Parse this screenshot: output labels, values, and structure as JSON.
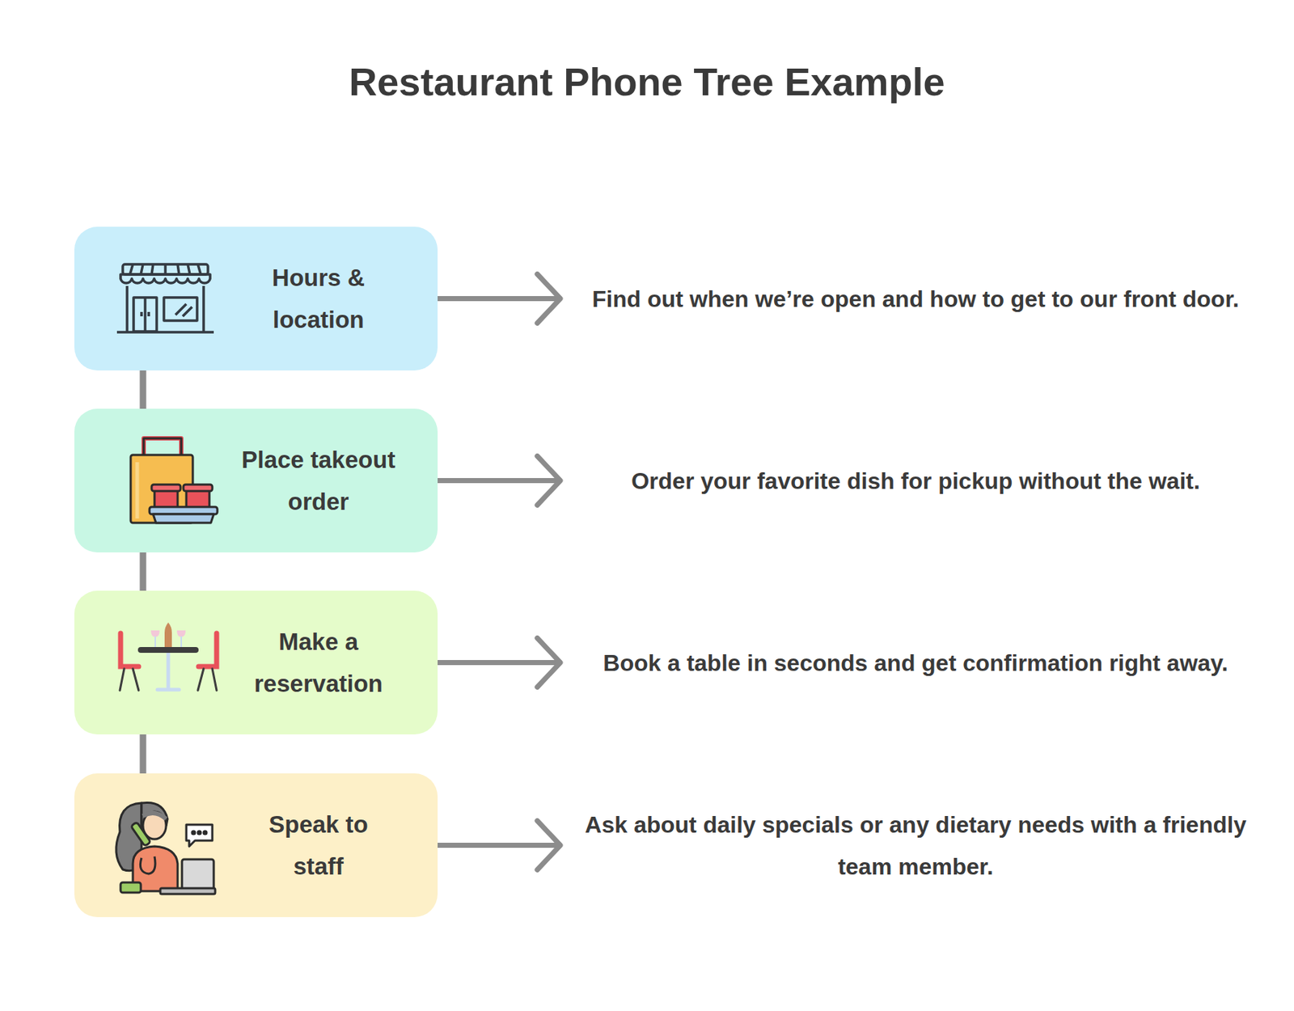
{
  "diagram": {
    "title": "Restaurant Phone Tree Example",
    "nodes": [
      {
        "text": [
          "Hours & location"
        ]
      },
      {
        "text": [
          "Find out when we’re open and how to get to our front door."
        ]
      },
      {
        "text": [
          "Place takeout order"
        ]
      },
      {
        "text": [
          "Order your favorite dish for pickup without the wait."
        ]
      },
      {
        "text": [
          "Make a reservation"
        ]
      },
      {
        "text": [
          "Book a table in seconds and get confirmation right away."
        ]
      },
      {
        "text": [
          "Speak to staff"
        ]
      },
      {
        "text": [
          "Ask about daily specials or any dietary needs with a friendly team member."
        ]
      }
    ],
    "edges": [
      {
        "from": 0,
        "to": 1,
        "arrow": "to"
      },
      {
        "from": 2,
        "to": 3,
        "arrow": "to"
      },
      {
        "from": 4,
        "to": 5,
        "arrow": "to"
      },
      {
        "from": 6,
        "to": 7,
        "arrow": "to"
      },
      {
        "from": 0,
        "to": 2,
        "arrow": "none"
      },
      {
        "from": 2,
        "to": 4,
        "arrow": "none"
      },
      {
        "from": 4,
        "to": 6,
        "arrow": "none"
      }
    ]
  }
}
